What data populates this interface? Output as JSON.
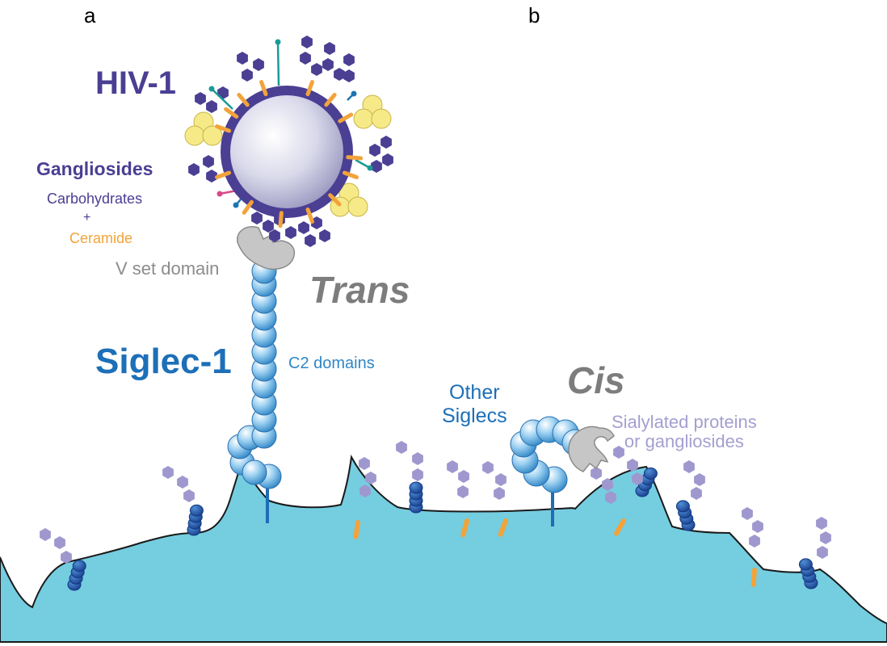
{
  "panels": {
    "a": "a",
    "b": "b"
  },
  "virus": {
    "name": "HIV-1",
    "gangliosides": "Gangliosides",
    "carbohydrates": "Carbohydrates",
    "plus": "+",
    "ceramide": "Ceramide"
  },
  "receptor": {
    "v_set": "V set domain",
    "name": "Siglec-1",
    "c2": "C2 domains"
  },
  "interactions": {
    "trans": "Trans",
    "cis": "Cis"
  },
  "other_siglecs": {
    "line1": "Other",
    "line2": "Siglecs"
  },
  "sialylated": {
    "line1": "Sialylated proteins",
    "line2": "or gangliosides"
  },
  "colors": {
    "membrane": "#75cde0",
    "virus_ring": "#4a3f93",
    "hexagon_dark": "#4a3f93",
    "hexagon_light": "#9f98cf",
    "ceramide": "#f2a33a",
    "siglec_blue": "#2f86c6",
    "siglec_dark": "#1d5fa8",
    "v_domain": "#c6c6c6",
    "glycoprotein": "#f6ea88",
    "teal_spike": "#1a9b96",
    "pink_spike": "#d9488a"
  }
}
